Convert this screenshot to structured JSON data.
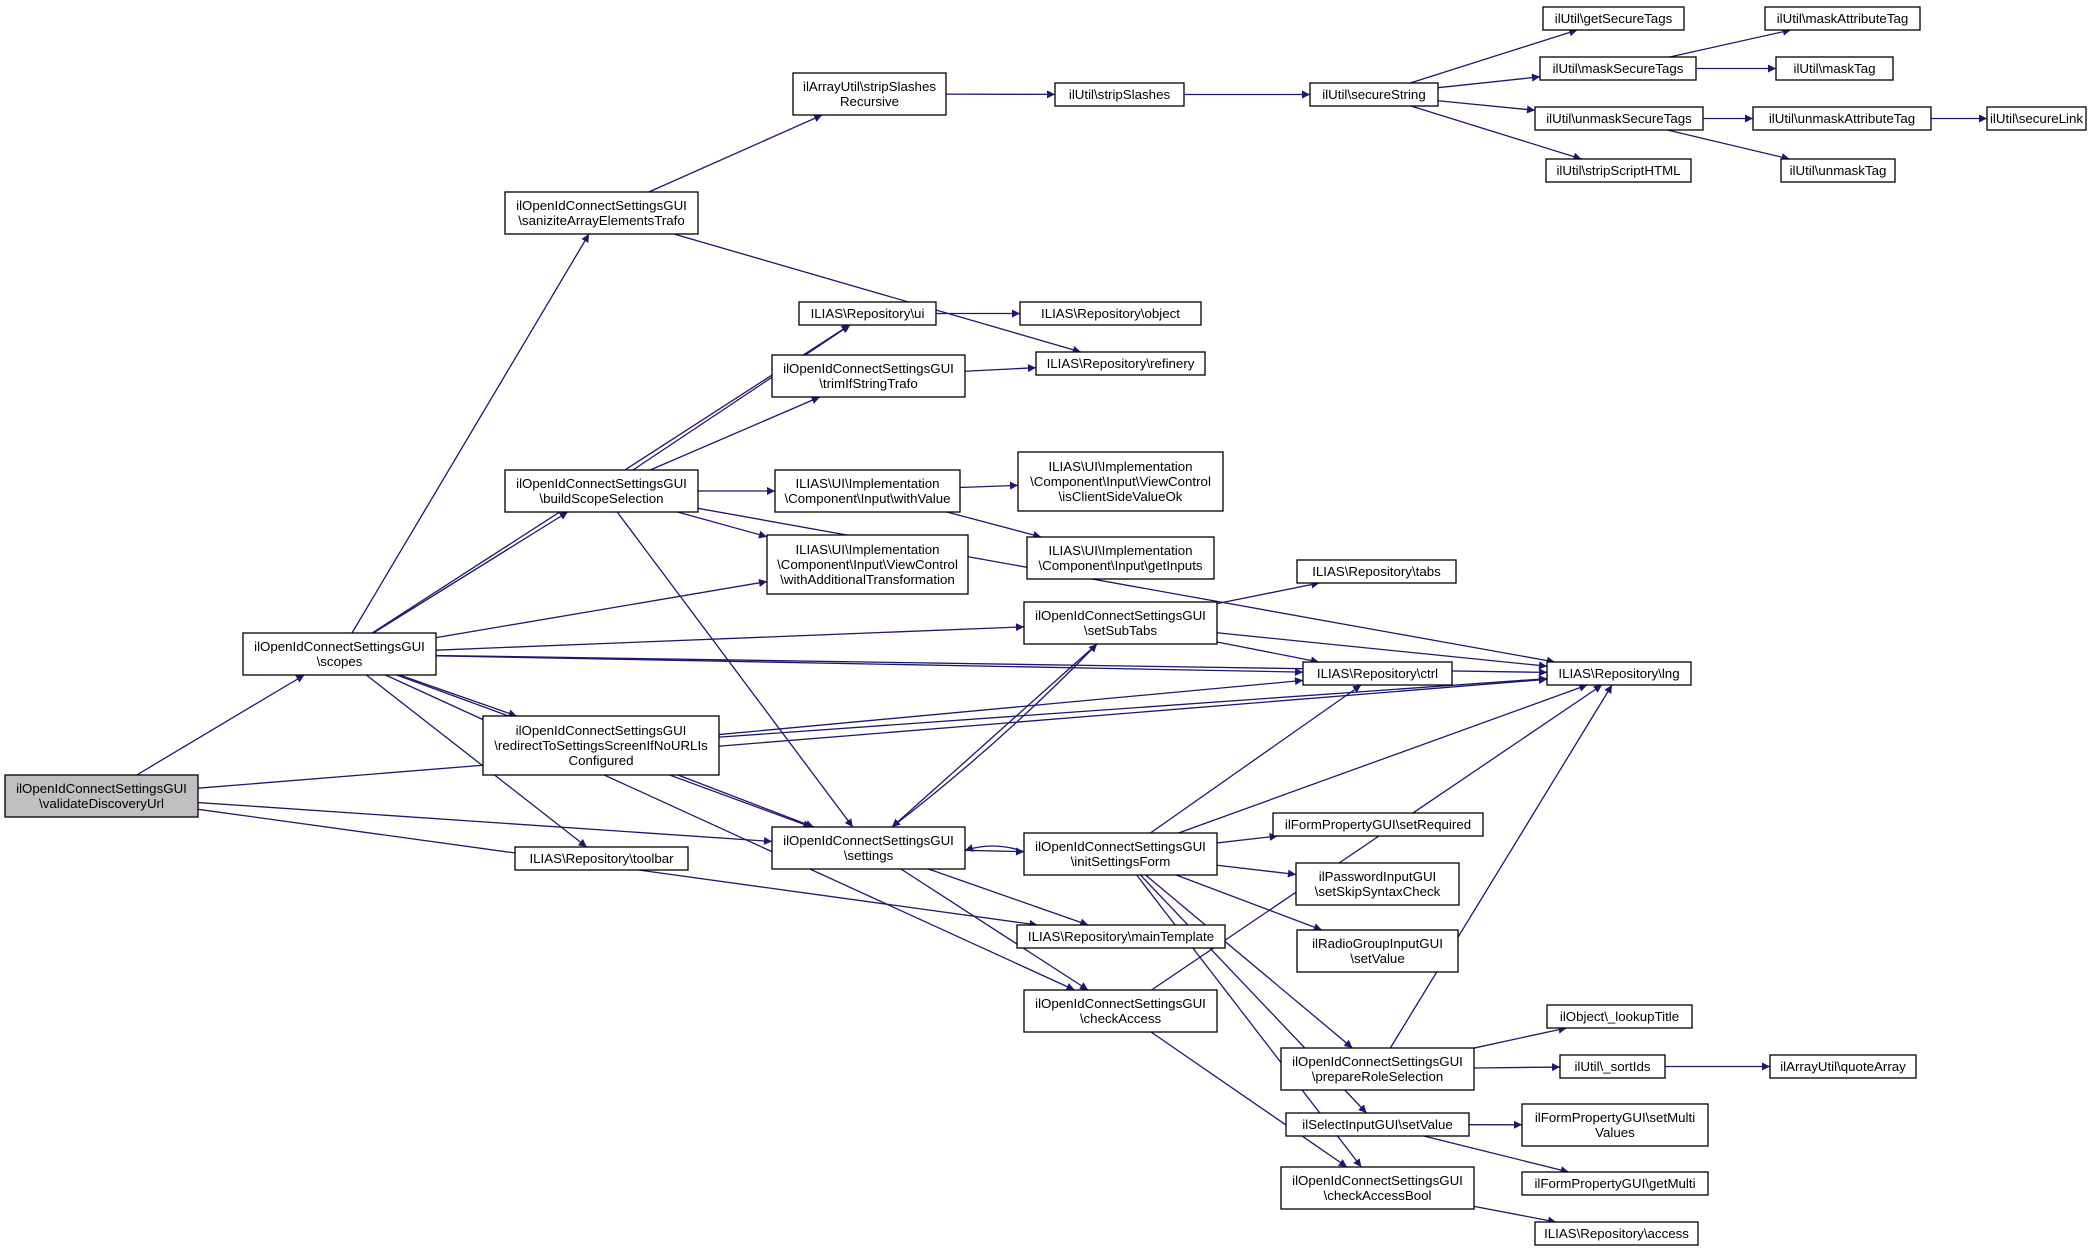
{
  "colors": {
    "edge": "#191970",
    "node_fill": "#ffffff",
    "root_fill": "#bfbfbf",
    "border": "#000000"
  },
  "nodes": [
    {
      "id": "validateDiscoveryUrl",
      "lines": [
        "ilOpenIdConnectSettingsGUI",
        "\\validateDiscoveryUrl"
      ],
      "root": true
    },
    {
      "id": "scopes",
      "lines": [
        "ilOpenIdConnectSettingsGUI",
        "\\scopes"
      ]
    },
    {
      "id": "stripSlashesRecursive",
      "lines": [
        "ilArrayUtil\\stripSlashes",
        "Recursive"
      ]
    },
    {
      "id": "stripSlashes",
      "lines": [
        "ilUtil\\stripSlashes"
      ]
    },
    {
      "id": "secureString",
      "lines": [
        "ilUtil\\secureString"
      ]
    },
    {
      "id": "getSecureTags",
      "lines": [
        "ilUtil\\getSecureTags"
      ]
    },
    {
      "id": "maskSecureTags",
      "lines": [
        "ilUtil\\maskSecureTags"
      ]
    },
    {
      "id": "maskAttributeTag",
      "lines": [
        "ilUtil\\maskAttributeTag"
      ]
    },
    {
      "id": "maskTag",
      "lines": [
        "ilUtil\\maskTag"
      ]
    },
    {
      "id": "unmaskSecureTags",
      "lines": [
        "ilUtil\\unmaskSecureTags"
      ]
    },
    {
      "id": "unmaskAttributeTag",
      "lines": [
        "ilUtil\\unmaskAttributeTag"
      ]
    },
    {
      "id": "secureLink",
      "lines": [
        "ilUtil\\secureLink"
      ]
    },
    {
      "id": "unmaskTag",
      "lines": [
        "ilUtil\\unmaskTag"
      ]
    },
    {
      "id": "stripScriptHTML",
      "lines": [
        "ilUtil\\stripScriptHTML"
      ]
    },
    {
      "id": "sanitize",
      "lines": [
        "ilOpenIdConnectSettingsGUI",
        "\\saniziteArrayElementsTrafo"
      ]
    },
    {
      "id": "repoUi",
      "lines": [
        "ILIAS\\Repository\\ui"
      ]
    },
    {
      "id": "repoObject",
      "lines": [
        "ILIAS\\Repository\\object"
      ]
    },
    {
      "id": "trimIfString",
      "lines": [
        "ilOpenIdConnectSettingsGUI",
        "\\trimIfStringTrafo"
      ]
    },
    {
      "id": "repoRefinery",
      "lines": [
        "ILIAS\\Repository\\refinery"
      ]
    },
    {
      "id": "buildScope",
      "lines": [
        "ilOpenIdConnectSettingsGUI",
        "\\buildScopeSelection"
      ]
    },
    {
      "id": "withValue",
      "lines": [
        "ILIAS\\UI\\Implementation",
        "\\Component\\Input\\withValue"
      ]
    },
    {
      "id": "isClientSide",
      "lines": [
        "ILIAS\\UI\\Implementation",
        "\\Component\\Input\\ViewControl",
        "\\isClientSideValueOk"
      ]
    },
    {
      "id": "getInputs",
      "lines": [
        "ILIAS\\UI\\Implementation",
        "\\Component\\Input\\getInputs"
      ]
    },
    {
      "id": "withAddTrans",
      "lines": [
        "ILIAS\\UI\\Implementation",
        "\\Component\\Input\\ViewControl",
        "\\withAdditionalTransformation"
      ]
    },
    {
      "id": "repoTabs",
      "lines": [
        "ILIAS\\Repository\\tabs"
      ]
    },
    {
      "id": "setSubTabs",
      "lines": [
        "ilOpenIdConnectSettingsGUI",
        "\\setSubTabs"
      ]
    },
    {
      "id": "repoCtrl",
      "lines": [
        "ILIAS\\Repository\\ctrl"
      ]
    },
    {
      "id": "repoLng",
      "lines": [
        "ILIAS\\Repository\\lng"
      ]
    },
    {
      "id": "redirect",
      "lines": [
        "ilOpenIdConnectSettingsGUI",
        "\\redirectToSettingsScreenIfNoURLIs",
        "Configured"
      ]
    },
    {
      "id": "toolbar",
      "lines": [
        "ILIAS\\Repository\\toolbar"
      ]
    },
    {
      "id": "settings",
      "lines": [
        "ilOpenIdConnectSettingsGUI",
        "\\settings"
      ]
    },
    {
      "id": "initSettingsForm",
      "lines": [
        "ilOpenIdConnectSettingsGUI",
        "\\initSettingsForm"
      ]
    },
    {
      "id": "setRequired",
      "lines": [
        "ilFormPropertyGUI\\setRequired"
      ]
    },
    {
      "id": "setSkipSyntax",
      "lines": [
        "ilPasswordInputGUI",
        "\\setSkipSyntaxCheck"
      ]
    },
    {
      "id": "radioSetValue",
      "lines": [
        "ilRadioGroupInputGUI",
        "\\setValue"
      ]
    },
    {
      "id": "mainTemplate",
      "lines": [
        "ILIAS\\Repository\\mainTemplate"
      ]
    },
    {
      "id": "checkAccess",
      "lines": [
        "ilOpenIdConnectSettingsGUI",
        "\\checkAccess"
      ]
    },
    {
      "id": "lookupTitle",
      "lines": [
        "ilObject\\_lookupTitle"
      ]
    },
    {
      "id": "prepareRole",
      "lines": [
        "ilOpenIdConnectSettingsGUI",
        "\\prepareRoleSelection"
      ]
    },
    {
      "id": "sortIds",
      "lines": [
        "ilUtil\\_sortIds"
      ]
    },
    {
      "id": "quoteArray",
      "lines": [
        "ilArrayUtil\\quoteArray"
      ]
    },
    {
      "id": "selectSetValue",
      "lines": [
        "ilSelectInputGUI\\setValue"
      ]
    },
    {
      "id": "setMultiValues",
      "lines": [
        "ilFormPropertyGUI\\setMulti",
        "Values"
      ]
    },
    {
      "id": "getMulti",
      "lines": [
        "ilFormPropertyGUI\\getMulti"
      ]
    },
    {
      "id": "checkAccessBool",
      "lines": [
        "ilOpenIdConnectSettingsGUI",
        "\\checkAccessBool"
      ]
    },
    {
      "id": "repoAccess",
      "lines": [
        "ILIAS\\Repository\\access"
      ]
    }
  ],
  "edges": [
    [
      "validateDiscoveryUrl",
      "scopes"
    ],
    [
      "validateDiscoveryUrl",
      "repoLng"
    ],
    [
      "validateDiscoveryUrl",
      "settings"
    ],
    [
      "validateDiscoveryUrl",
      "mainTemplate"
    ],
    [
      "scopes",
      "sanitize"
    ],
    [
      "scopes",
      "repoUi"
    ],
    [
      "scopes",
      "repoLng"
    ],
    [
      "scopes",
      "buildScope"
    ],
    [
      "scopes",
      "withAddTrans"
    ],
    [
      "scopes",
      "setSubTabs"
    ],
    [
      "scopes",
      "repoCtrl"
    ],
    [
      "scopes",
      "redirect"
    ],
    [
      "scopes",
      "toolbar"
    ],
    [
      "scopes",
      "settings"
    ],
    [
      "scopes",
      "checkAccess"
    ],
    [
      "sanitize",
      "stripSlashesRecursive"
    ],
    [
      "sanitize",
      "repoRefinery"
    ],
    [
      "stripSlashesRecursive",
      "stripSlashes"
    ],
    [
      "stripSlashes",
      "secureString"
    ],
    [
      "secureString",
      "getSecureTags"
    ],
    [
      "secureString",
      "maskSecureTags"
    ],
    [
      "secureString",
      "unmaskSecureTags"
    ],
    [
      "secureString",
      "stripScriptHTML"
    ],
    [
      "maskSecureTags",
      "maskAttributeTag"
    ],
    [
      "maskSecureTags",
      "maskTag"
    ],
    [
      "unmaskSecureTags",
      "unmaskAttributeTag"
    ],
    [
      "unmaskSecureTags",
      "unmaskTag"
    ],
    [
      "unmaskAttributeTag",
      "secureLink"
    ],
    [
      "repoUi",
      "repoObject"
    ],
    [
      "trimIfString",
      "repoRefinery"
    ],
    [
      "buildScope",
      "repoUi"
    ],
    [
      "buildScope",
      "trimIfString"
    ],
    [
      "buildScope",
      "repoLng"
    ],
    [
      "buildScope",
      "withValue"
    ],
    [
      "buildScope",
      "withAddTrans"
    ],
    [
      "buildScope",
      "settings"
    ],
    [
      "withValue",
      "isClientSide"
    ],
    [
      "withValue",
      "getInputs"
    ],
    [
      "setSubTabs",
      "repoTabs"
    ],
    [
      "setSubTabs",
      "repoCtrl"
    ],
    [
      "setSubTabs",
      "repoLng"
    ],
    [
      "setSubTabs",
      "settings"
    ],
    [
      "redirect",
      "repoCtrl"
    ],
    [
      "redirect",
      "repoLng"
    ],
    [
      "redirect",
      "settings"
    ],
    [
      "settings",
      "setSubTabs"
    ],
    [
      "settings",
      "initSettingsForm"
    ],
    [
      "settings",
      "mainTemplate"
    ],
    [
      "settings",
      "checkAccess"
    ],
    [
      "initSettingsForm",
      "settings"
    ],
    [
      "initSettingsForm",
      "repoCtrl"
    ],
    [
      "initSettingsForm",
      "repoLng"
    ],
    [
      "initSettingsForm",
      "setRequired"
    ],
    [
      "initSettingsForm",
      "setSkipSyntax"
    ],
    [
      "initSettingsForm",
      "radioSetValue"
    ],
    [
      "initSettingsForm",
      "prepareRole"
    ],
    [
      "initSettingsForm",
      "selectSetValue"
    ],
    [
      "initSettingsForm",
      "checkAccessBool"
    ],
    [
      "checkAccess",
      "repoLng"
    ],
    [
      "checkAccess",
      "checkAccessBool"
    ],
    [
      "prepareRole",
      "repoLng"
    ],
    [
      "prepareRole",
      "lookupTitle"
    ],
    [
      "prepareRole",
      "sortIds"
    ],
    [
      "sortIds",
      "quoteArray"
    ],
    [
      "selectSetValue",
      "setMultiValues"
    ],
    [
      "selectSetValue",
      "getMulti"
    ],
    [
      "checkAccessBool",
      "repoAccess"
    ]
  ]
}
